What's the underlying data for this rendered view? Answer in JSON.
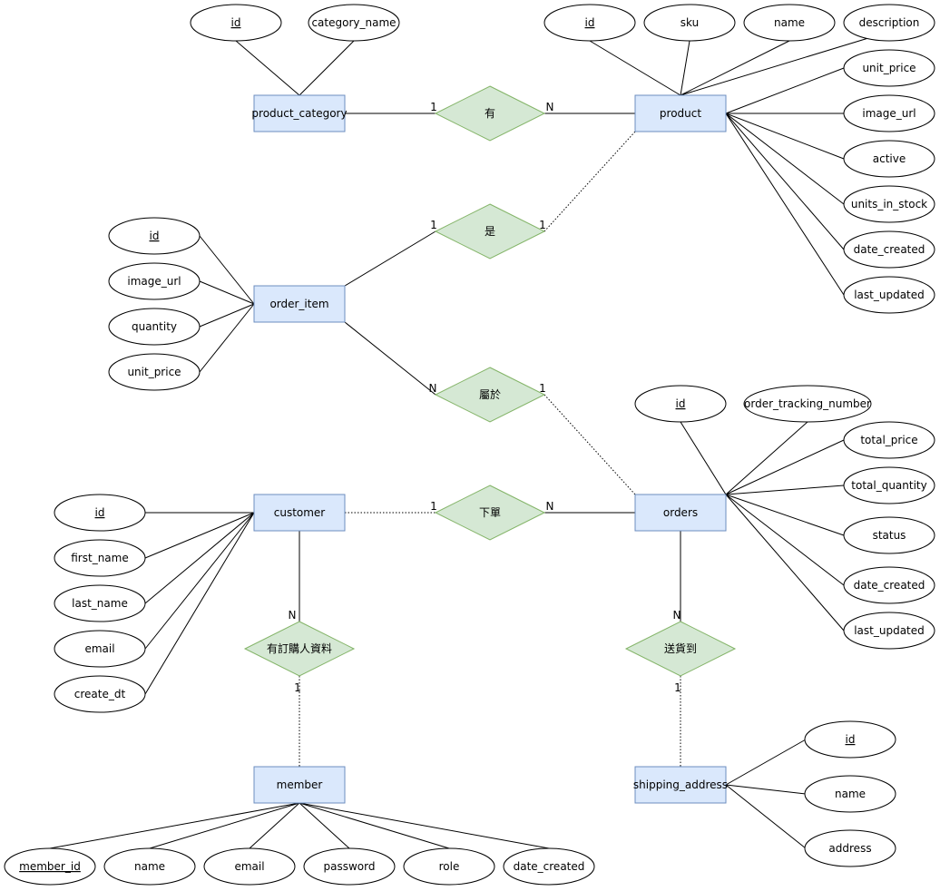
{
  "entities": {
    "product_category": "product_category",
    "product": "product",
    "order_item": "order_item",
    "customer": "customer",
    "orders": "orders",
    "member": "member",
    "shipping_address": "shipping_address"
  },
  "relationships": {
    "has": "有",
    "is": "是",
    "belongs": "屬於",
    "place_order": "下單",
    "purchase_info": "有訂購人資料",
    "ship_to": "送貨到"
  },
  "attributes": {
    "product_category": {
      "id": "id",
      "category_name": "category_name"
    },
    "product": {
      "id": "id",
      "sku": "sku",
      "name": "name",
      "description": "description",
      "unit_price": "unit_price",
      "image_url": "image_url",
      "active": "active",
      "units_in_stock": "units_in_stock",
      "date_created": "date_created",
      "last_updated": "last_updated"
    },
    "order_item": {
      "id": "id",
      "image_url": "image_url",
      "quantity": "quantity",
      "unit_price": "unit_price"
    },
    "customer": {
      "id": "id",
      "first_name": "first_name",
      "last_name": "last_name",
      "email": "email",
      "create_dt": "create_dt"
    },
    "orders": {
      "id": "id",
      "order_tracking_number": "order_tracking_number",
      "total_price": "total_price",
      "total_quantity": "total_quantity",
      "status": "status",
      "date_created": "date_created",
      "last_updated": "last_updated"
    },
    "member": {
      "member_id": "member_id",
      "name": "name",
      "email": "email",
      "password": "password",
      "role": "role",
      "date_created": "date_created"
    },
    "shipping_address": {
      "id": "id",
      "name": "name",
      "address": "address"
    }
  },
  "cardinality": {
    "one": "1",
    "many": "N"
  }
}
